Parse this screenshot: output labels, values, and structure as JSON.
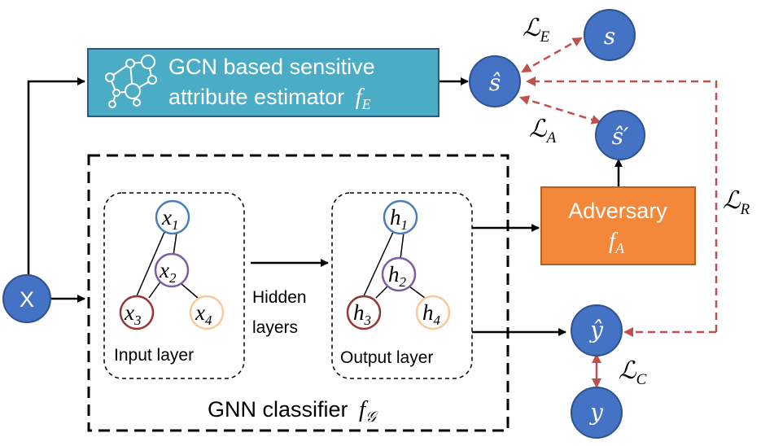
{
  "estimator": {
    "label_line1": "GCN based sensitive",
    "label_line2": "attribute estimator",
    "func_symbol": "f",
    "func_sub": "E"
  },
  "classifier": {
    "label": "GNN classifier",
    "func_symbol": "f",
    "func_sub": "𝒢"
  },
  "adversary": {
    "label": "Adversary",
    "func_symbol": "f",
    "func_sub": "A"
  },
  "input_graph": {
    "caption": "Input layer",
    "nodes": [
      {
        "base": "x",
        "sub": "1"
      },
      {
        "base": "x",
        "sub": "2"
      },
      {
        "base": "x",
        "sub": "3"
      },
      {
        "base": "x",
        "sub": "4"
      }
    ]
  },
  "output_graph": {
    "caption": "Output layer",
    "nodes": [
      {
        "base": "h",
        "sub": "1"
      },
      {
        "base": "h",
        "sub": "2"
      },
      {
        "base": "h",
        "sub": "3"
      },
      {
        "base": "h",
        "sub": "4"
      }
    ]
  },
  "hidden": {
    "line1": "Hidden",
    "line2": "layers"
  },
  "nodes": {
    "X": "X",
    "s": "s",
    "s_hat": "ŝ",
    "s_hat_prime": "ŝ′",
    "y_hat": "ŷ",
    "y": "y"
  },
  "losses": {
    "E": {
      "symbol": "ℒ",
      "sub": "E"
    },
    "A": {
      "symbol": "ℒ",
      "sub": "A"
    },
    "R": {
      "symbol": "ℒ",
      "sub": "R"
    },
    "C": {
      "symbol": "ℒ",
      "sub": "C"
    }
  },
  "colors": {
    "blue_node": "#4472C4",
    "teal_box": "#4BACC6",
    "orange_box": "#F4883A",
    "red_dashed": "#C0504D"
  }
}
